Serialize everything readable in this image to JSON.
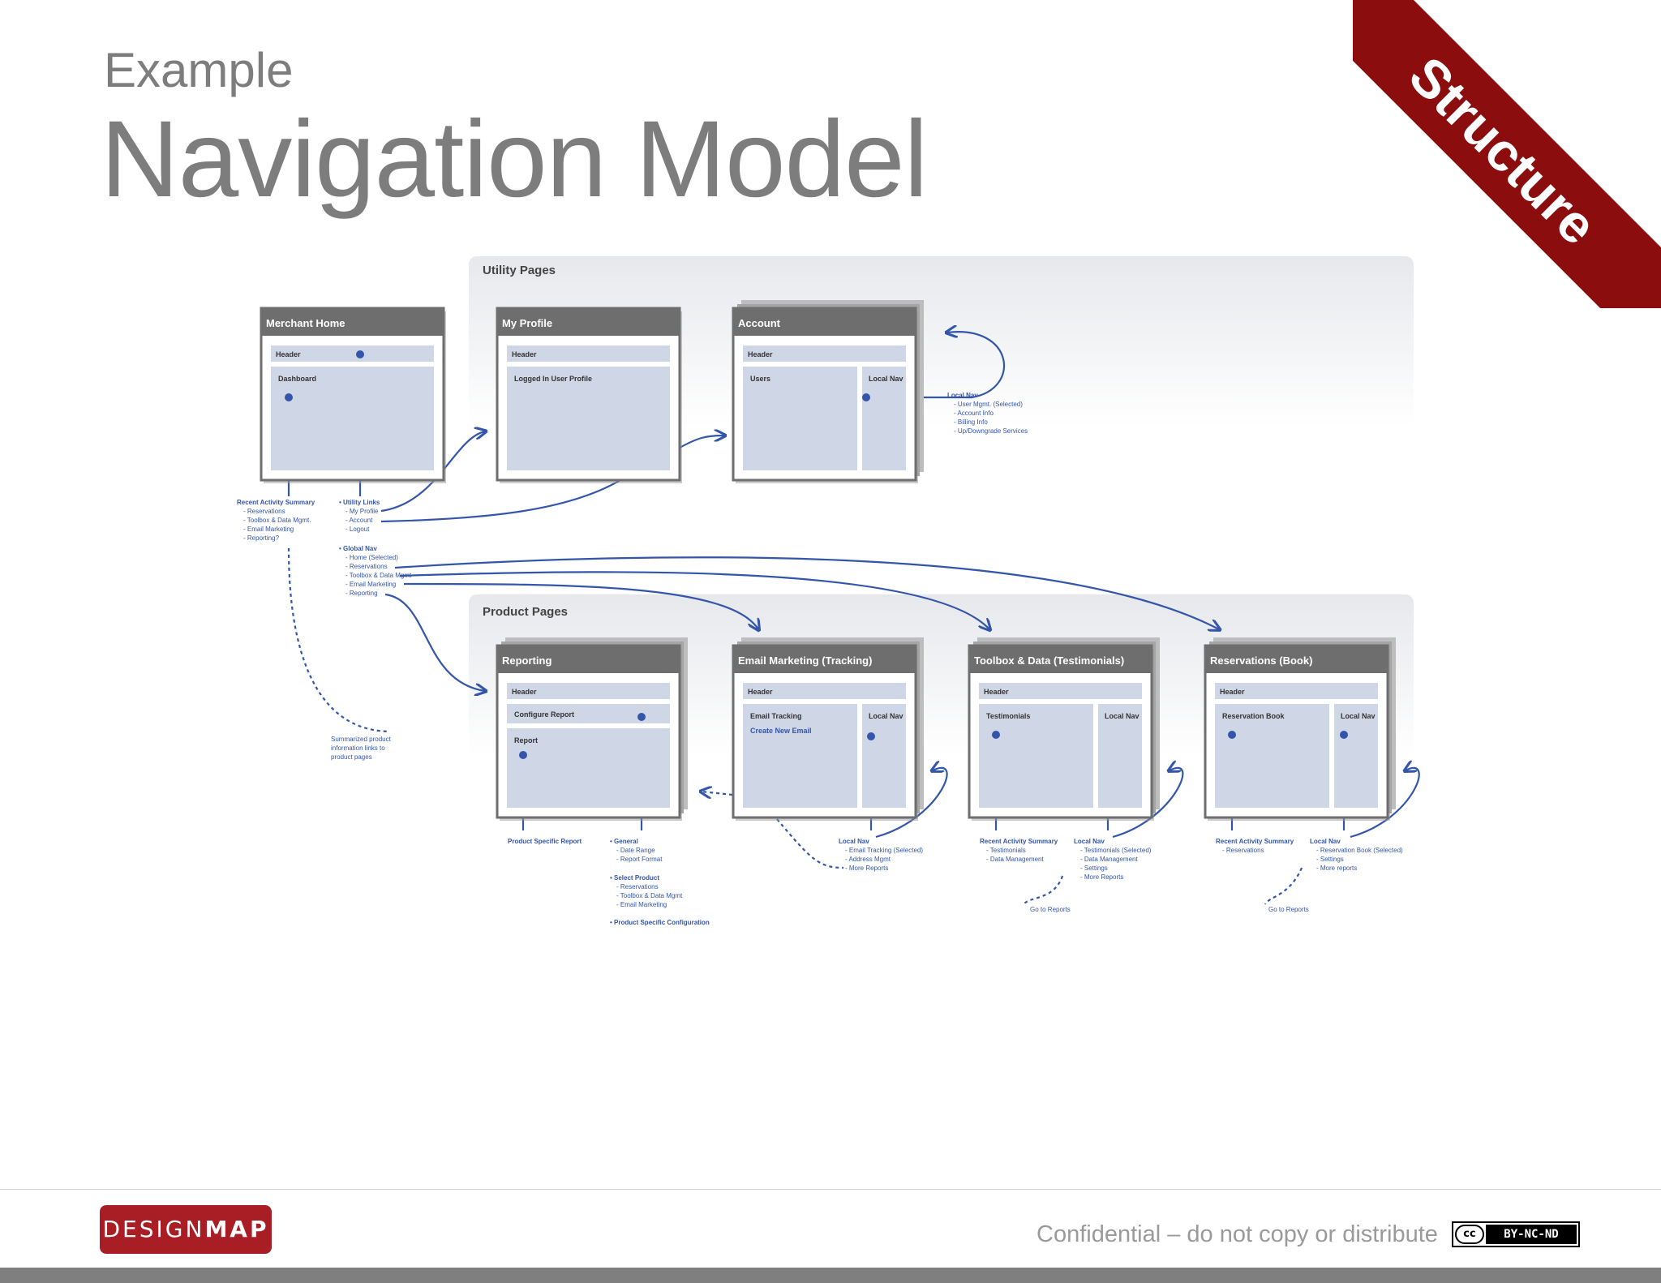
{
  "header": {
    "kicker": "Example",
    "title": "Navigation Model"
  },
  "corner_ribbon": "Structure",
  "colors": {
    "accent": "#8c0d0d",
    "link": "#3355aa",
    "panel": "#cfd6e6",
    "window_bar": "#6e6e6e"
  },
  "diagram": {
    "sections": {
      "utility": "Utility Pages",
      "product": "Product Pages"
    },
    "windows": [
      {
        "id": "merchant-home",
        "title": "Merchant Home",
        "stack": false,
        "header": "Header",
        "main": "Dashboard"
      },
      {
        "id": "my-profile",
        "title": "My Profile",
        "stack": false,
        "header": "Header",
        "main": "Logged In User Profile"
      },
      {
        "id": "account",
        "title": "Account",
        "stack": true,
        "header": "Header",
        "main": "Users",
        "side": "Local Nav"
      },
      {
        "id": "reporting",
        "title": "Reporting",
        "stack": true,
        "header": "Header",
        "row": "Configure Report",
        "main": "Report"
      },
      {
        "id": "email-marketing",
        "title": "Email Marketing (Tracking)",
        "stack": true,
        "header": "Header",
        "main": "Email Tracking",
        "link": "Create New Email",
        "side": "Local Nav"
      },
      {
        "id": "toolbox-data",
        "title": "Toolbox & Data (Testimonials)",
        "stack": true,
        "header": "Header",
        "main": "Testimonials",
        "side": "Local Nav"
      },
      {
        "id": "reservations",
        "title": "Reservations (Book)",
        "stack": true,
        "header": "Header",
        "main": "Reservation Book",
        "side": "Local Nav"
      }
    ],
    "notes": [
      {
        "id": "recent-activity-home",
        "title": "Recent Activity Summary",
        "lines": [
          "- Reservations",
          "- Toolbox & Data Mgmt.",
          "- Email Marketing",
          "- Reporting?"
        ]
      },
      {
        "id": "utility-links",
        "title": "• Utility Links",
        "lines": [
          "- My Profile",
          "- Account",
          "- Logout"
        ]
      },
      {
        "id": "global-nav",
        "title": "• Global Nav",
        "lines": [
          "- Home (Selected)",
          "- Reservations",
          "- Toolbox & Data Mgmt",
          "- Email Marketing",
          "- Reporting"
        ]
      },
      {
        "id": "account-local-nav",
        "title": "Local Nav",
        "lines": [
          "- User Mgmt. (Selected)",
          "- Account Info",
          "- Billing Info",
          "- Up/Downgrade Services"
        ]
      },
      {
        "id": "summarized-product",
        "title": "",
        "lines": [
          "Summarized product",
          "information links to",
          "product pages"
        ]
      },
      {
        "id": "product-specific-report",
        "title": "Product Specific Report",
        "lines": []
      },
      {
        "id": "reporting-general",
        "title": "• General",
        "lines": [
          "- Date Range",
          "- Report Format"
        ]
      },
      {
        "id": "reporting-select-product",
        "title": "• Select Product",
        "lines": [
          "- Reservations",
          "- Toolbox & Data Mgmt",
          "- Email Marketing"
        ]
      },
      {
        "id": "reporting-config",
        "title": "• Product Specific Configuration",
        "lines": []
      },
      {
        "id": "email-local-nav",
        "title": "Local Nav",
        "lines": [
          "- Email Tracking (Selected)",
          "- Address Mgmt",
          "- More Reports"
        ]
      },
      {
        "id": "toolbox-recent",
        "title": "Recent Activity Summary",
        "lines": [
          "- Testimonials",
          "- Data Management"
        ]
      },
      {
        "id": "toolbox-local-nav",
        "title": "Local Nav",
        "lines": [
          "- Testimonials (Selected)",
          "- Data Management",
          "- Settings",
          "- More Reports"
        ]
      },
      {
        "id": "toolbox-goto",
        "title": "",
        "lines": [
          "Go to Reports"
        ]
      },
      {
        "id": "reservations-recent",
        "title": "Recent Activity Summary",
        "lines": [
          "- Reservations"
        ]
      },
      {
        "id": "reservations-local-nav",
        "title": "Local Nav",
        "lines": [
          "- Reservation Book (Selected)",
          "- Settings",
          "- More reports"
        ]
      },
      {
        "id": "reservations-goto",
        "title": "",
        "lines": [
          "Go to Reports"
        ]
      }
    ]
  },
  "footer": {
    "logo_light": "DESIGN",
    "logo_bold": "MAP",
    "confidential": "Confidential – do not copy or distribute",
    "license_icon": "cc",
    "license_text": "BY-NC-ND"
  }
}
